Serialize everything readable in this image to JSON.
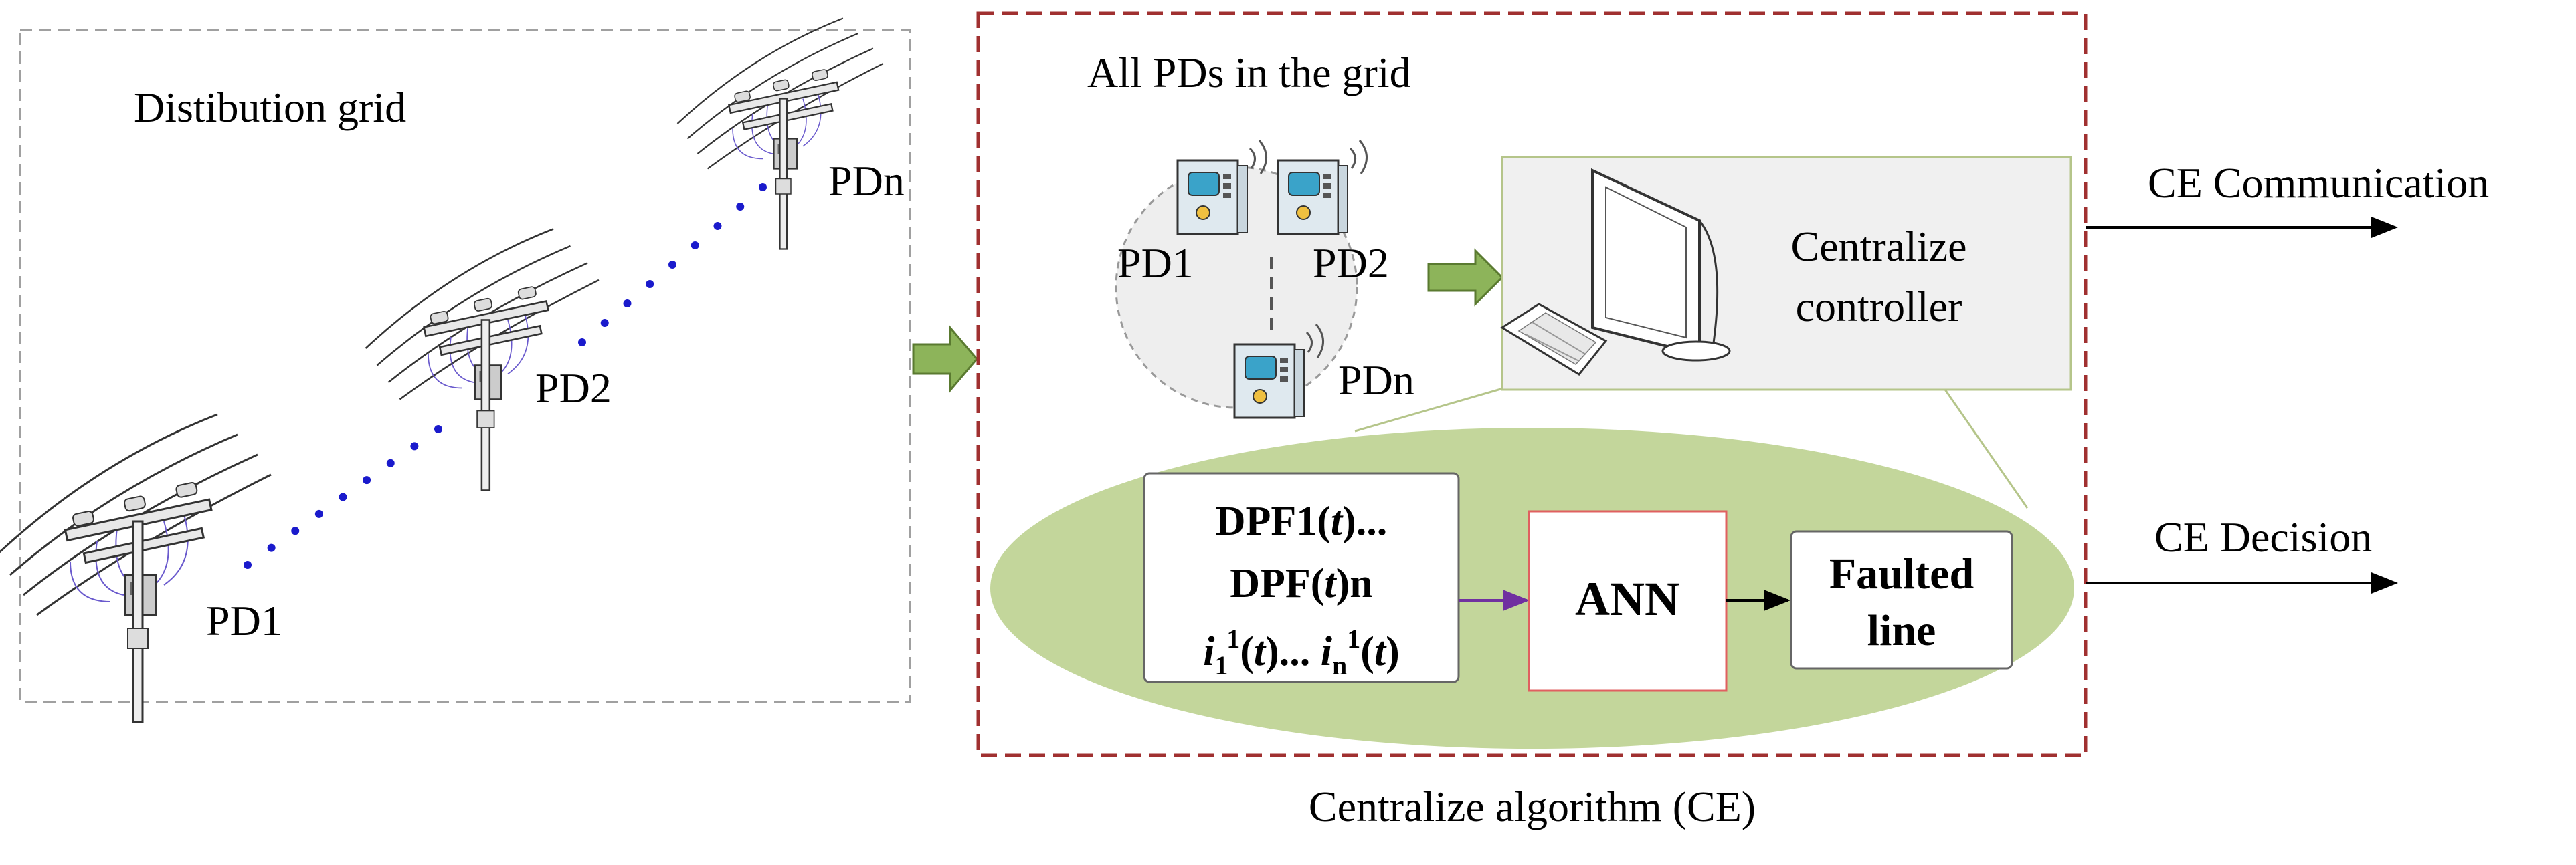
{
  "grid": {
    "title": "Distibution grid",
    "pole_labels": [
      "PD1",
      "PD2",
      "PDn"
    ]
  },
  "ce_panel": {
    "pds_title": "All PDs in the grid",
    "pd_labels": [
      "PD1",
      "PD2",
      "PDn"
    ],
    "controller_line1": "Centralize",
    "controller_line2": "controller",
    "input_line1": "DPF1(t)...",
    "input_line2": "DPF(t)n",
    "input_line3_a": "i",
    "input_line3_b": "1",
    "input_line3_c": "1",
    "input_line3_d": "(t)... ",
    "input_line3_e": "i",
    "input_line3_f": "n",
    "input_line3_g": "1",
    "input_line3_h": "(t)",
    "input_italic_t": "t",
    "ann_label": "ANN",
    "fault_line1": "Faulted",
    "fault_line2": "line",
    "caption": "Centralize algorithm (CE)"
  },
  "outputs": {
    "communication": "CE Communication",
    "decision": "CE Decision"
  },
  "colors": {
    "panel_border": "#a03030",
    "grid_border": "#a0a0a0",
    "ellipse_fill": "#c3d69b",
    "arrow_fill": "#8db45a",
    "dots": "#1a1acc",
    "purple_arrow": "#7030a0",
    "ann_border": "#e06060"
  }
}
